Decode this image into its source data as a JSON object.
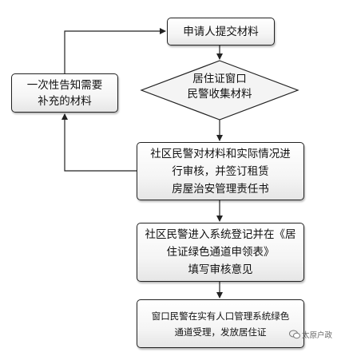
{
  "flowchart": {
    "steps": {
      "submit": "申请人提交材料",
      "collect": "居住证窗口\n民警收集材料",
      "review": "社区民警对材料和实际情况进\n行审核，并签订租赁\n房屋治安管理责任书",
      "register": "社区民警进入系统登记并在《居\n住证绿色通道申领表》\n填写审核意见",
      "issue": "窗口民警在实有人口管理系统绿色\n通道受理，发放居住证",
      "notify": "一次性告知需要\n补充的材料"
    },
    "watermark": "太原户政",
    "watermark_icon": "wechat-icon",
    "colors": {
      "line": "#222222",
      "box_border": "#222222"
    }
  }
}
